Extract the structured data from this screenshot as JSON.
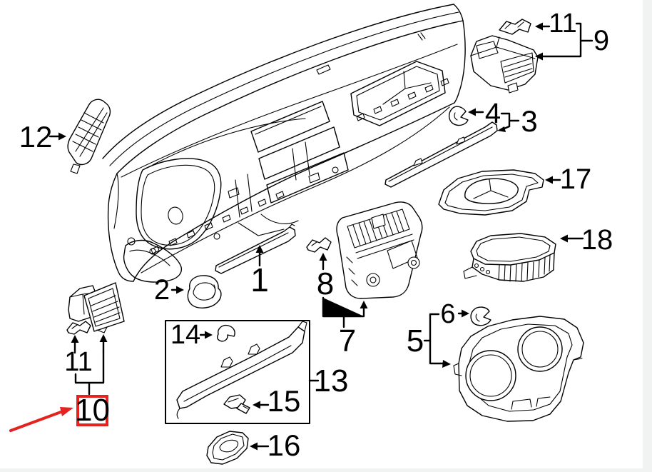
{
  "diagram": {
    "colors": {
      "line": "#000000",
      "highlight": "#e42320",
      "background": "#ffffff",
      "scroll_track": "#f0f3f1"
    },
    "callouts": {
      "c1": {
        "label": "1"
      },
      "c2": {
        "label": "2"
      },
      "c3": {
        "label": "3"
      },
      "c4": {
        "label": "4"
      },
      "c5": {
        "label": "5"
      },
      "c6": {
        "label": "6"
      },
      "c7": {
        "label": "7"
      },
      "c8": {
        "label": "8"
      },
      "c9": {
        "label": "9"
      },
      "c11_top": {
        "label": "11"
      },
      "c11_bottom": {
        "label": "11"
      },
      "c12": {
        "label": "12"
      },
      "c13": {
        "label": "13"
      },
      "c14": {
        "label": "14"
      },
      "c15": {
        "label": "15"
      },
      "c16": {
        "label": "16"
      },
      "c17": {
        "label": "17"
      },
      "c18": {
        "label": "18"
      }
    },
    "highlight": {
      "label": "10"
    }
  }
}
